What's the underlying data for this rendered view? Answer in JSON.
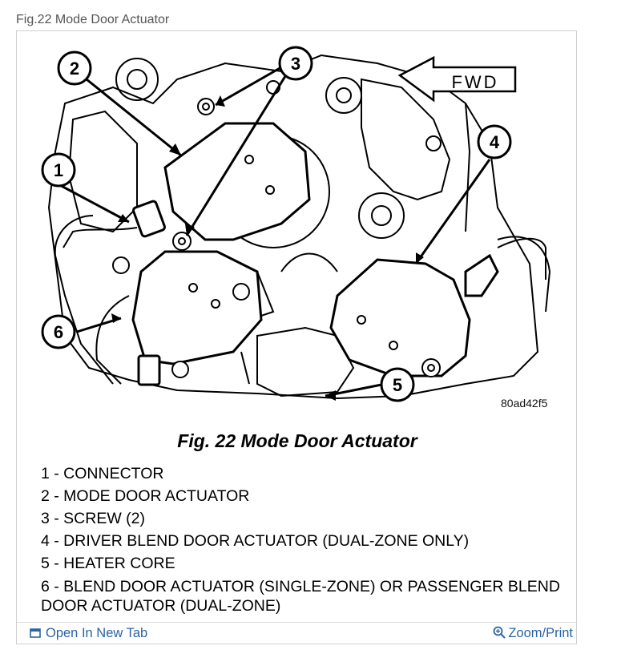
{
  "header": {
    "caption": "Fig.22 Mode Door Actuator"
  },
  "diagram": {
    "fwd_label": "FWD",
    "callouts": [
      "1",
      "2",
      "3",
      "4",
      "5",
      "6"
    ],
    "figure_code": "80ad42f5"
  },
  "figure_title": "Fig. 22 Mode Door Actuator",
  "legend": [
    "1 - CONNECTOR",
    "2 - MODE DOOR ACTUATOR",
    "3 - SCREW (2)",
    "4 - DRIVER BLEND DOOR ACTUATOR (DUAL-ZONE ONLY)",
    "5 - HEATER CORE",
    "6 - BLEND DOOR ACTUATOR (SINGLE-ZONE) OR PASSENGER BLEND DOOR ACTUATOR (DUAL-ZONE)"
  ],
  "footer": {
    "open_tab_label": "Open In New Tab",
    "zoom_label": "Zoom/Print",
    "link_color": "#2a64a6"
  }
}
